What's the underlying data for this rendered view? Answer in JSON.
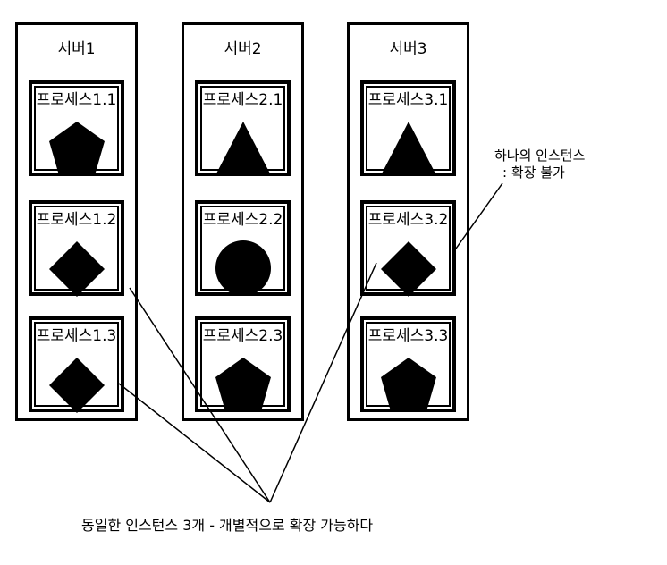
{
  "servers": [
    {
      "label": "서버1",
      "processes": [
        {
          "label": "프로세스1.1",
          "shape": "pentagon"
        },
        {
          "label": "프로세스1.2",
          "shape": "diamond"
        },
        {
          "label": "프로세스1.3",
          "shape": "diamond"
        }
      ]
    },
    {
      "label": "서버2",
      "processes": [
        {
          "label": "프로세스2.1",
          "shape": "triangle"
        },
        {
          "label": "프로세스2.2",
          "shape": "circle"
        },
        {
          "label": "프로세스2.3",
          "shape": "pentagon"
        }
      ]
    },
    {
      "label": "서버3",
      "processes": [
        {
          "label": "프로세스3.1",
          "shape": "triangle"
        },
        {
          "label": "프로세스3.2",
          "shape": "diamond"
        },
        {
          "label": "프로세스3.3",
          "shape": "pentagon"
        }
      ]
    }
  ],
  "notes": {
    "single_instance_line1": "하나의 인스턴스",
    "single_instance_line2": ": 확장 불가",
    "scalable": "동일한 인스턴스 3개 - 개별적으로 확장 가능하다"
  },
  "colors": {
    "stroke": "#000000",
    "fill": "#000000",
    "background": "#ffffff"
  }
}
